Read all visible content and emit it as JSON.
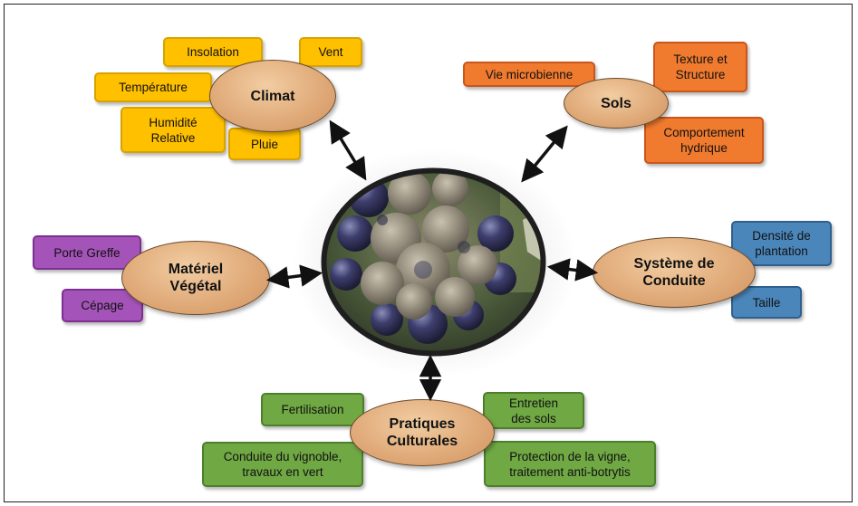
{
  "diagram": {
    "center": {
      "image": "botrytis-infected-grapes"
    },
    "nodes": {
      "climat": {
        "label": "Climat",
        "factors": {
          "insolation": "Insolation",
          "vent": "Vent",
          "temperature": "Température",
          "humidite": "Humidité\nRelative",
          "pluie": "Pluie"
        }
      },
      "sols": {
        "label": "Sols",
        "factors": {
          "vie_microbienne": "Vie microbienne",
          "texture": "Texture et\nStructure",
          "comportement": "Comportement\nhydrique"
        }
      },
      "materiel": {
        "label": "Matériel\nVégétal",
        "factors": {
          "porte_greffe": "Porte Greffe",
          "cepage": "Cépage"
        }
      },
      "systeme": {
        "label": "Système de\nConduite",
        "factors": {
          "densite": "Densité de\nplantation",
          "taille": "Taille"
        }
      },
      "pratiques": {
        "label": "Pratiques\nCulturales",
        "factors": {
          "fertilisation": "Fertilisation",
          "entretien": "Entretien\ndes sols",
          "conduite_vignoble": "Conduite du vignoble,\ntravaux en vert",
          "protection": "Protection de la vigne,\ntraitement anti-botrytis"
        }
      }
    },
    "colors": {
      "climat": "#ffc000",
      "sols": "#f07a2e",
      "materiel": "#a454b8",
      "systeme": "#4b86bb",
      "pratiques": "#70a844",
      "oval": "#dfa877"
    }
  }
}
